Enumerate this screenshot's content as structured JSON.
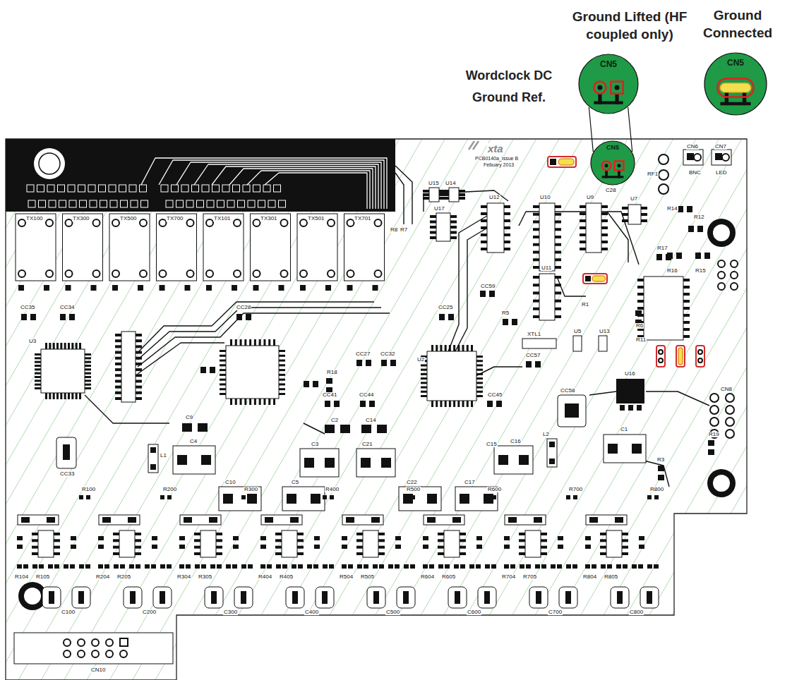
{
  "diagram": {
    "nodes": [
      {
        "text": [
          "Ground Lifted (HF coupled only)",
          "CN5"
        ]
      },
      {
        "text": [
          "Ground Connected",
          "CN5"
        ]
      },
      {
        "text": [
          "CN5"
        ]
      }
    ],
    "edges": [
      {
        "from": 2,
        "to": 0,
        "arrow": "none"
      },
      {
        "from": 2,
        "to": 0,
        "arrow": "none"
      }
    ],
    "labels": [
      "Wordclock DC Ground Ref.",
      "xta",
      "PCB0140a_Issue B",
      "Febuary 2013",
      "C28",
      "TX100",
      "TX300",
      "TX500",
      "TX700",
      "TX101",
      "TX301",
      "TX501",
      "TX701",
      "R8",
      "R7",
      "U15",
      "U14",
      "U17",
      "U12",
      "U10",
      "U9",
      "U7",
      "CN6",
      "CN7",
      "BNC",
      "LED",
      "RF1",
      "R14",
      "R12",
      "R17",
      "R16",
      "R15",
      "U11",
      "XTL1",
      "R5",
      "R1",
      "U5",
      "U13",
      "R6",
      "R11",
      "CC57",
      "CC59",
      "U16",
      "CN8",
      "R19",
      "C1",
      "R3",
      "L2",
      "CC58",
      "U3",
      "U2",
      "CC35",
      "CC34",
      "CC28",
      "CC25",
      "CC33",
      "CC27",
      "CC32",
      "R18",
      "CC41",
      "CC44",
      "CC45",
      "C9",
      "C4",
      "C2",
      "C14",
      "C3",
      "C21",
      "C16",
      "C15",
      "C10",
      "C5",
      "C22",
      "C17",
      "L1",
      "R100",
      "R200",
      "R300",
      "R400",
      "R500",
      "R600",
      "R700",
      "R800",
      "R104",
      "R105",
      "R204",
      "R205",
      "R304",
      "R305",
      "R404",
      "R405",
      "R504",
      "R505",
      "R604",
      "R605",
      "R704",
      "R705",
      "R804",
      "R805",
      "C100",
      "C200",
      "C300",
      "C400",
      "C500",
      "C600",
      "C700",
      "C800",
      "CN10"
    ]
  }
}
